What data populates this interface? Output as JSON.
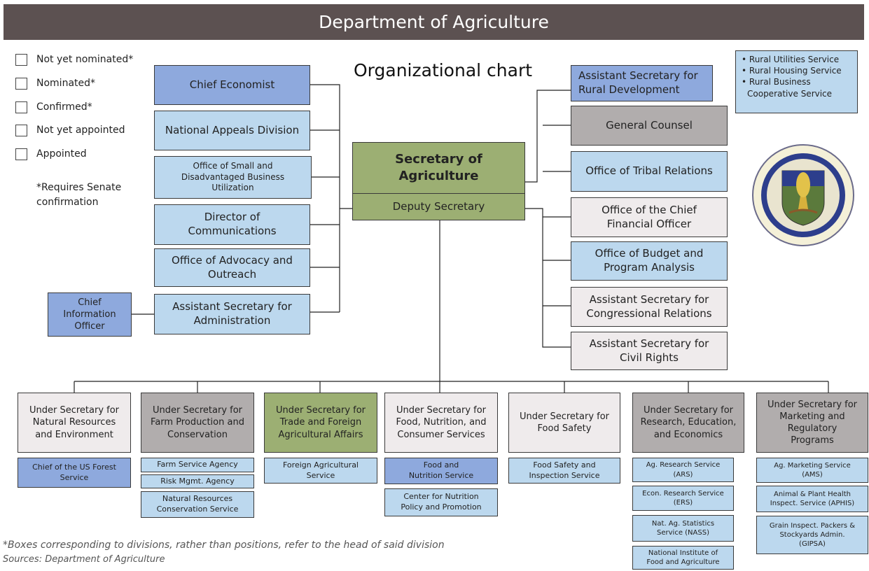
{
  "header": {
    "title": "Department of Agriculture"
  },
  "chart_title": "Organizational chart",
  "legend": {
    "items": [
      {
        "label": "Not yet nominated*",
        "color": "#efebec"
      },
      {
        "label": "Nominated*",
        "color": "#b1adad"
      },
      {
        "label": "Confirmed*",
        "color": "#9caf73"
      },
      {
        "label": "Not yet appointed",
        "color": "#bcd8ee"
      },
      {
        "label": "Appointed",
        "color": "#8ea9dd"
      }
    ],
    "note": "*Requires Senate\nconfirmation"
  },
  "center": {
    "secretary": "Secretary of Agriculture",
    "deputy": "Deputy Secretary"
  },
  "left": {
    "chief_economist": "Chief Economist",
    "appeals": "National Appeals Division",
    "small_business": "Office of Small and Disadvantaged Business Utilization",
    "communications": "Director of Communications",
    "advocacy": "Office of Advocacy and Outreach",
    "admin": "Assistant Secretary for Administration",
    "cio": "Chief Information Officer"
  },
  "right": {
    "rural": "Assistant Secretary for Rural Development",
    "rural_services": [
      "Rural Utilities Service",
      "Rural Housing Service",
      "Rural Business Cooperative Service"
    ],
    "counsel": "General Counsel",
    "tribal": "Office of Tribal Relations",
    "cfo": "Office of the Chief Financial Officer",
    "budget": "Office of Budget and Program Analysis",
    "congressional": "Assistant Secretary for Congressional Relations",
    "civil_rights": "Assistant Secretary for Civil Rights"
  },
  "bottom": {
    "us1": "Under Secretary for Natural Resources and Environment",
    "us1_sub": [
      "Chief of the US Forest Service"
    ],
    "us2": "Under Secretary for Farm Production and Conservation",
    "us2_sub": [
      "Farm Service Agency",
      "Risk Mgmt. Agency",
      "Natural Resources Conservation Service"
    ],
    "us3": "Under Secretary for Trade and Foreign Agricultural Affairs",
    "us3_sub": [
      "Foreign Agricultural Service"
    ],
    "us4": "Under Secretary for Food, Nutrition, and Consumer Services",
    "us4_sub": [
      "Food and Nutrition Service",
      "Center for Nutrition Policy and Promotion"
    ],
    "us5": "Under Secretary for Food Safety",
    "us5_sub": [
      "Food Safety and Inspection Service"
    ],
    "us6": "Under Secretary for Research, Education, and Economics",
    "us6_sub": [
      "Ag. Research Service (ARS)",
      "Econ. Research Service (ERS)",
      "Nat. Ag. Statistics Service (NASS)",
      "National Institute of Food and Agriculture"
    ],
    "us7": "Under Secretary for Marketing and Regulatory Programs",
    "us7_sub": [
      "Ag. Marketing Service (AMS)",
      "Animal & Plant Health Inspect. Service (APHIS)",
      "Grain Inspect. Packers & Stockyards Admin. (GIPSA)"
    ]
  },
  "footer": {
    "note": "*Boxes corresponding to divisions, rather than positions, refer to the head of said division",
    "sources": "Sources: Department of Agriculture"
  }
}
